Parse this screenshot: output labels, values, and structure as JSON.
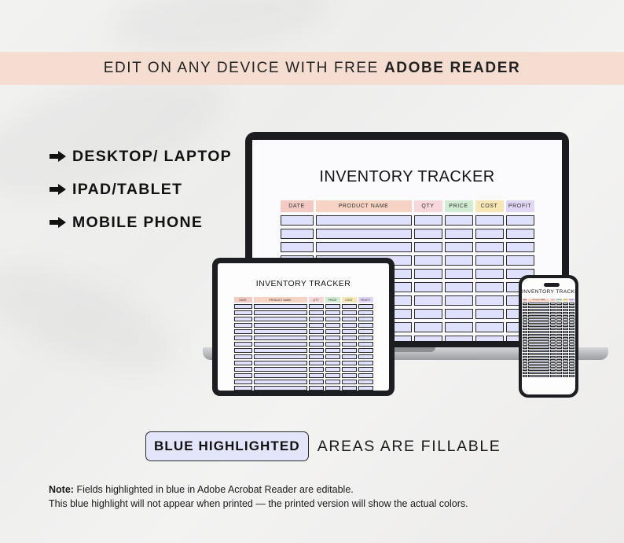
{
  "colors": {
    "banner_bg": "#f5ddd1",
    "fillable_blue": "#dfe0fb",
    "date_header": "#f3c9c3",
    "product_header": "#f6d3c2",
    "qty_header": "#f7d7da",
    "price_header": "#d2ecd4",
    "cost_header": "#f7e7b7",
    "profit_header": "#e1d7f4"
  },
  "banner": {
    "text": "EDIT ON ANY DEVICE WITH FREE",
    "bold": "ADOBE READER"
  },
  "devices": [
    {
      "icon": "arrow-right-icon",
      "label": "DESKTOP/ LAPTOP"
    },
    {
      "icon": "arrow-right-icon",
      "label": "IPAD/TABLET"
    },
    {
      "icon": "arrow-right-icon",
      "label": "MOBILE PHONE"
    }
  ],
  "tracker": {
    "title": "INVENTORY TRACKER",
    "columns": [
      "DATE",
      "PRODUCT NAME",
      "QTY",
      "PRICE",
      "COST",
      "PROFIT"
    ]
  },
  "fillable": {
    "highlight": "BLUE HIGHLIGHTED",
    "rest": "AREAS ARE FILLABLE"
  },
  "note": {
    "label": "Note:",
    "line1": "Fields highlighted in blue in Adobe Acrobat Reader are editable.",
    "line2": "This blue highlight will not appear when printed — the printed version will show the actual colors."
  }
}
